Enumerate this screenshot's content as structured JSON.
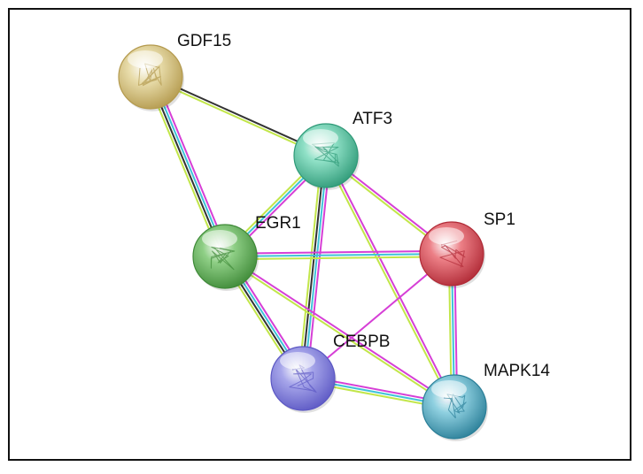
{
  "nodes": [
    {
      "id": "GDF15",
      "label": "GDF15",
      "color": "#e8dcaa",
      "dark": "#b49a4e",
      "icon": "protein-structure-icon"
    },
    {
      "id": "ATF3",
      "label": "ATF3",
      "color": "#8fe0c6",
      "dark": "#2f9a78",
      "icon": "protein-structure-icon"
    },
    {
      "id": "EGR1",
      "label": "EGR1",
      "color": "#8fcf86",
      "dark": "#3f8a38",
      "icon": "protein-structure-icon"
    },
    {
      "id": "SP1",
      "label": "SP1",
      "color": "#ec7f86",
      "dark": "#b02a36",
      "icon": "protein-structure-icon"
    },
    {
      "id": "CEBPB",
      "label": "CEBPB",
      "color": "#a7a6ea",
      "dark": "#5c58c4",
      "icon": "protein-structure-icon"
    },
    {
      "id": "MAPK14",
      "label": "MAPK14",
      "color": "#8fd0e0",
      "dark": "#2b7f98",
      "icon": "protein-structure-icon"
    }
  ],
  "edge_colors": {
    "magenta": "#d63fd6",
    "cyan": "#3fc3d8",
    "black": "#333333",
    "yellow_green": "#c2e64a"
  },
  "edges": [
    {
      "from": "GDF15",
      "to": "ATF3",
      "types": [
        "black",
        "yellow_green"
      ]
    },
    {
      "from": "GDF15",
      "to": "EGR1",
      "types": [
        "magenta",
        "cyan",
        "black",
        "yellow_green"
      ]
    },
    {
      "from": "ATF3",
      "to": "EGR1",
      "types": [
        "magenta",
        "cyan",
        "yellow_green"
      ]
    },
    {
      "from": "ATF3",
      "to": "SP1",
      "types": [
        "magenta",
        "yellow_green"
      ]
    },
    {
      "from": "ATF3",
      "to": "CEBPB",
      "types": [
        "magenta",
        "cyan",
        "black",
        "yellow_green"
      ]
    },
    {
      "from": "ATF3",
      "to": "MAPK14",
      "types": [
        "magenta",
        "yellow_green"
      ]
    },
    {
      "from": "EGR1",
      "to": "SP1",
      "types": [
        "magenta",
        "cyan",
        "yellow_green"
      ]
    },
    {
      "from": "EGR1",
      "to": "CEBPB",
      "types": [
        "magenta",
        "cyan",
        "black",
        "yellow_green"
      ]
    },
    {
      "from": "EGR1",
      "to": "MAPK14",
      "types": [
        "magenta",
        "yellow_green"
      ]
    },
    {
      "from": "SP1",
      "to": "CEBPB",
      "types": [
        "magenta"
      ]
    },
    {
      "from": "SP1",
      "to": "MAPK14",
      "types": [
        "magenta",
        "cyan",
        "yellow_green"
      ]
    },
    {
      "from": "CEBPB",
      "to": "MAPK14",
      "types": [
        "magenta",
        "cyan",
        "yellow_green"
      ]
    }
  ]
}
